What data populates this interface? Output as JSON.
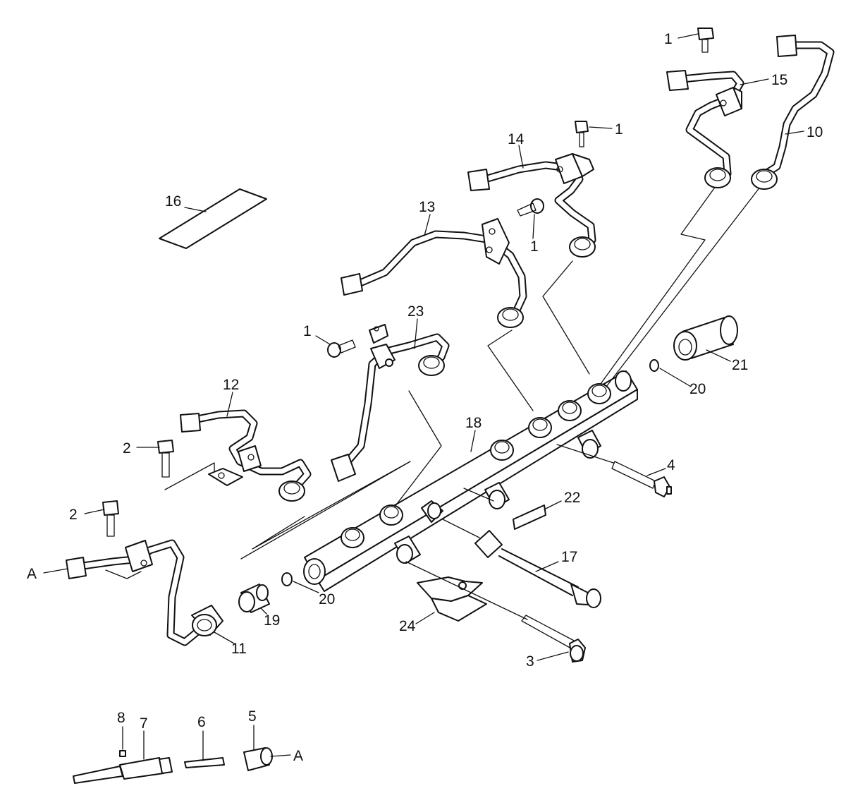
{
  "diagram": {
    "callouts": [
      {
        "id": "c1a",
        "text": "1"
      },
      {
        "id": "c1b",
        "text": "1"
      },
      {
        "id": "c1c",
        "text": "1"
      },
      {
        "id": "c1d",
        "text": "1"
      },
      {
        "id": "c2a",
        "text": "2"
      },
      {
        "id": "c2b",
        "text": "2"
      },
      {
        "id": "c3",
        "text": "3"
      },
      {
        "id": "c4",
        "text": "4"
      },
      {
        "id": "c5",
        "text": "5"
      },
      {
        "id": "c6",
        "text": "6"
      },
      {
        "id": "c7",
        "text": "7"
      },
      {
        "id": "c8",
        "text": "8"
      },
      {
        "id": "c10",
        "text": "10"
      },
      {
        "id": "c11",
        "text": "11"
      },
      {
        "id": "c12",
        "text": "12"
      },
      {
        "id": "c13",
        "text": "13"
      },
      {
        "id": "c14",
        "text": "14"
      },
      {
        "id": "c15",
        "text": "15"
      },
      {
        "id": "c16",
        "text": "16"
      },
      {
        "id": "c17",
        "text": "17"
      },
      {
        "id": "c18",
        "text": "18"
      },
      {
        "id": "c19",
        "text": "19"
      },
      {
        "id": "c20a",
        "text": "20"
      },
      {
        "id": "c20b",
        "text": "20"
      },
      {
        "id": "c21",
        "text": "21"
      },
      {
        "id": "c22",
        "text": "22"
      },
      {
        "id": "c23",
        "text": "23"
      },
      {
        "id": "c24",
        "text": "24"
      },
      {
        "id": "cAa",
        "text": "A"
      },
      {
        "id": "cAb",
        "text": "A"
      }
    ]
  }
}
